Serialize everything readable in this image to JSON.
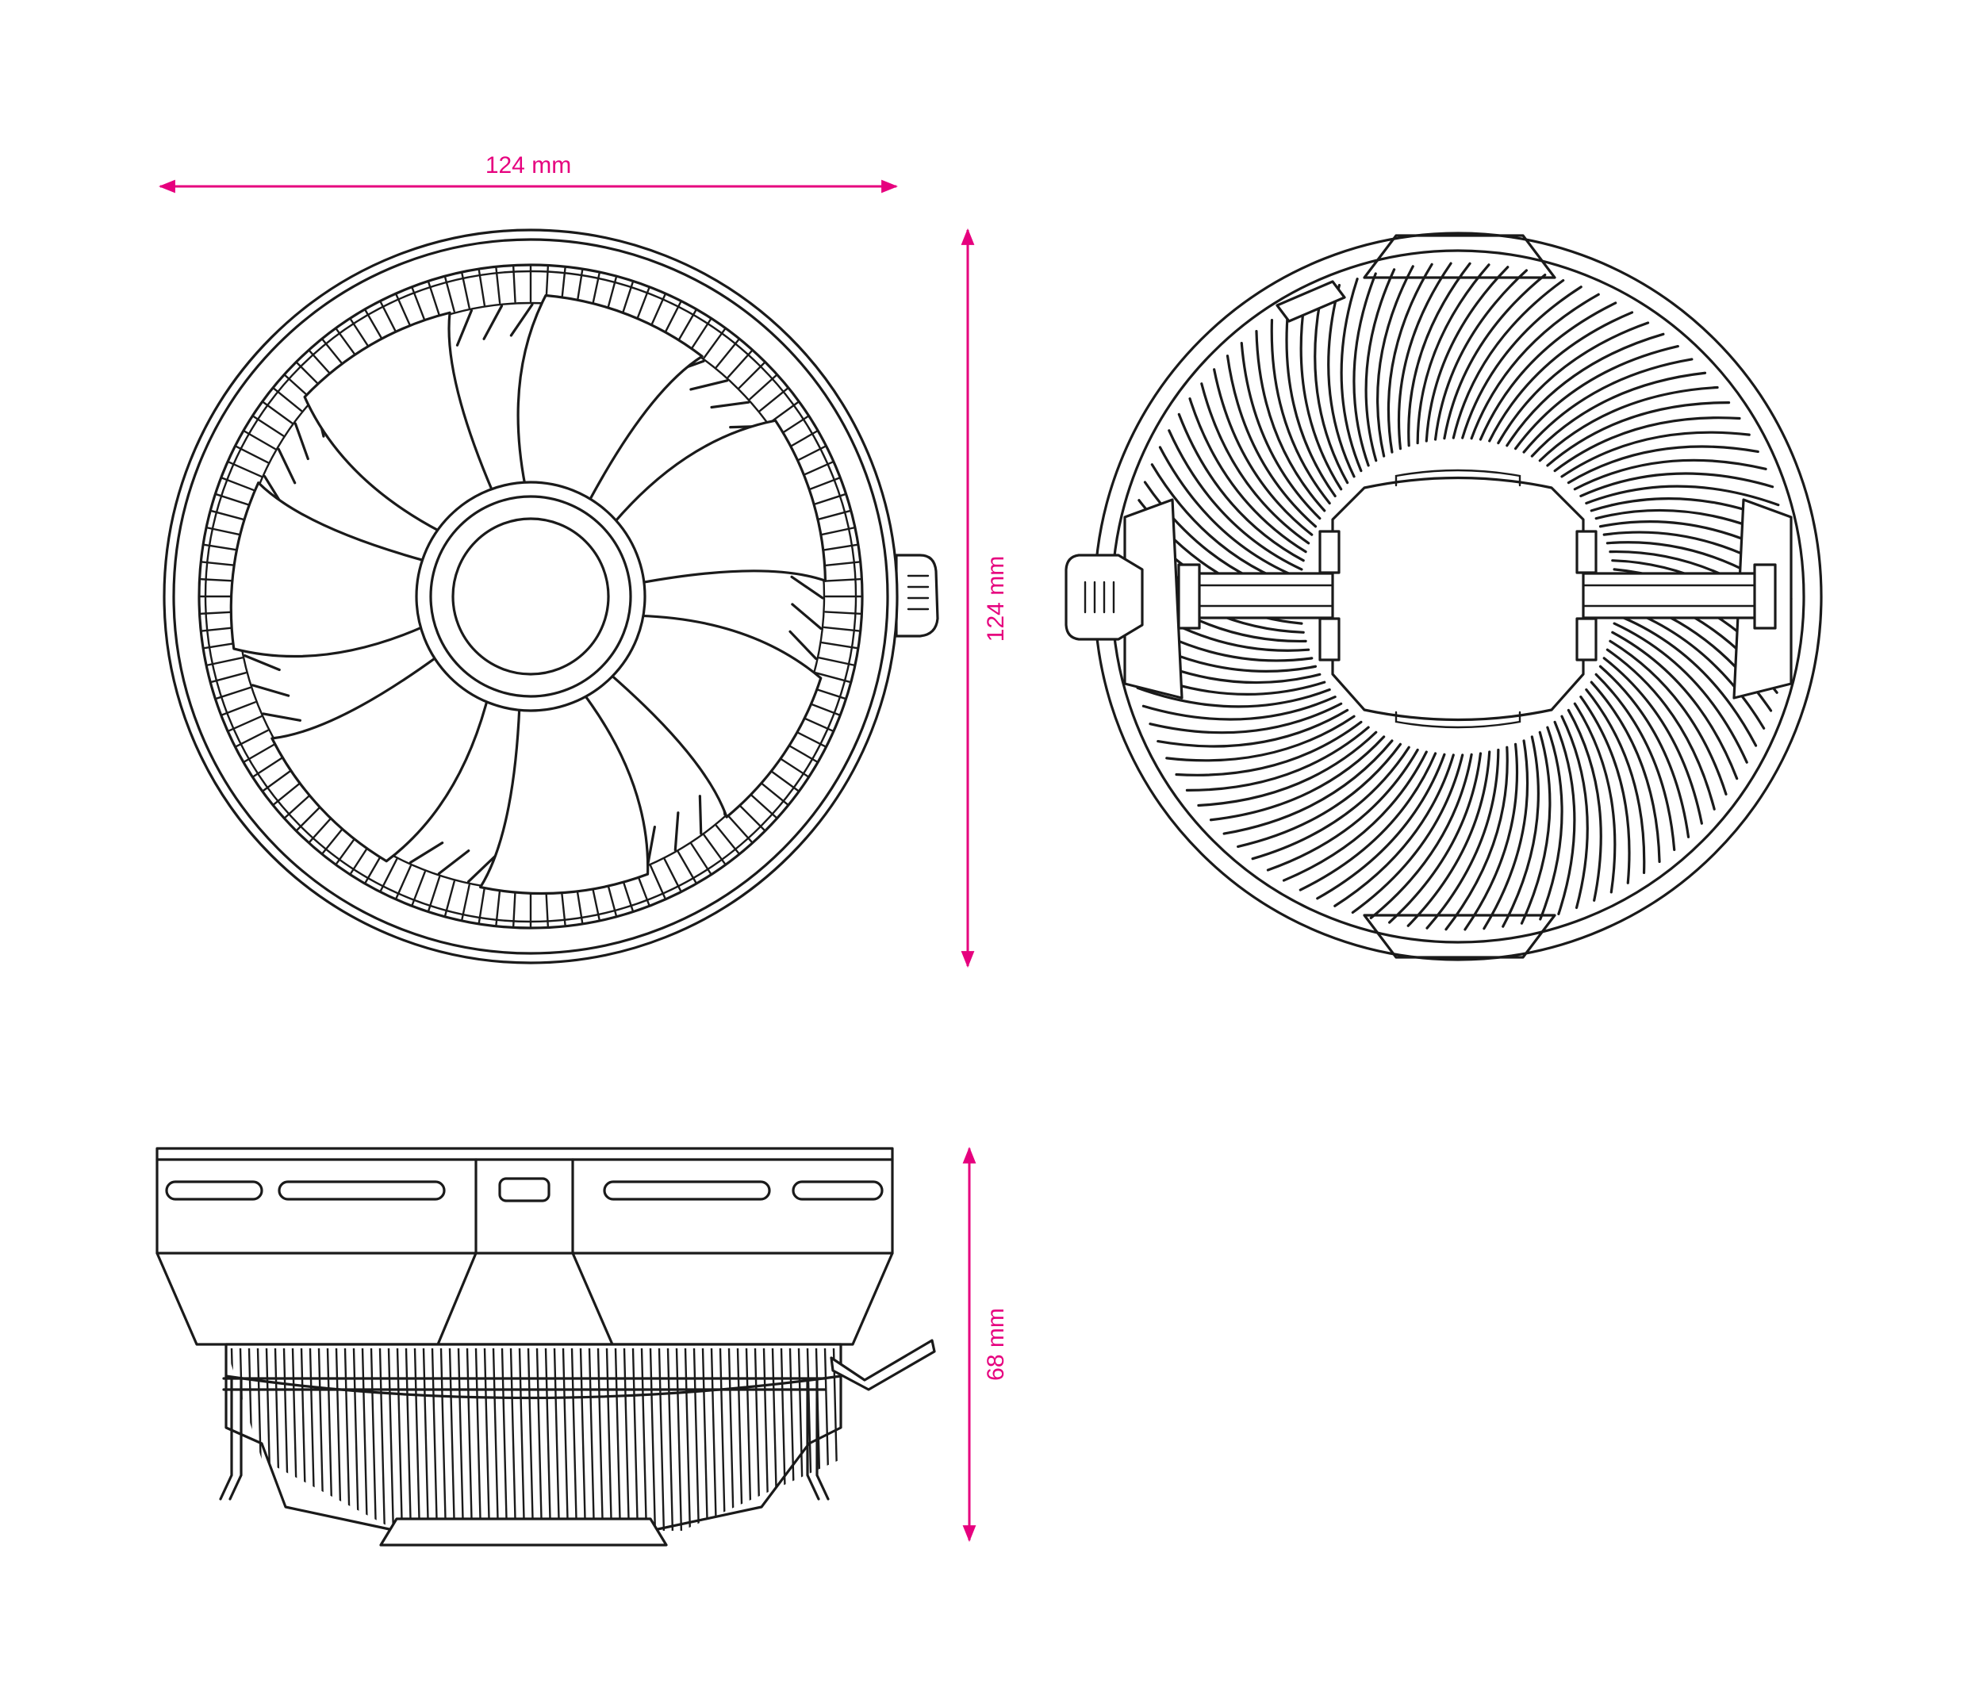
{
  "dimensions": {
    "width": "124 mm",
    "height": "124 mm",
    "depth": "68 mm"
  },
  "colors": {
    "dimension": "#e6007e",
    "line": "#1a1a1a",
    "background": "#ffffff"
  }
}
